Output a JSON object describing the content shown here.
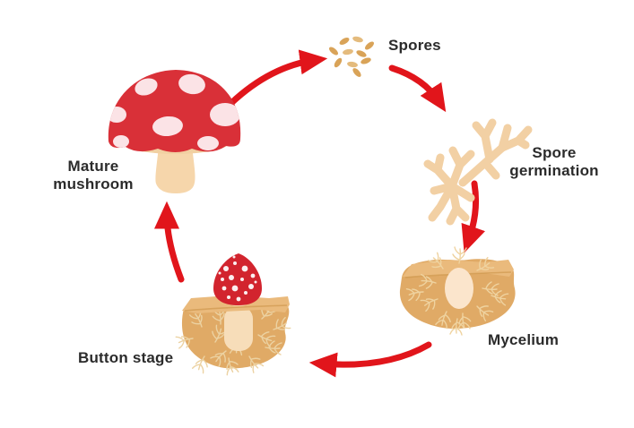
{
  "diagram": {
    "type": "cycle-diagram",
    "stages": {
      "spores": {
        "label": "Spores"
      },
      "spore_germination": {
        "label": "Spore germination"
      },
      "mycelium": {
        "label": "Mycelium"
      },
      "button_stage": {
        "label": "Button stage"
      },
      "mature_mushroom": {
        "label": "Mature mushroom"
      }
    },
    "flow": [
      "mature_mushroom -> spores",
      "spores -> spore_germination",
      "spore_germination -> mycelium",
      "mycelium -> button_stage",
      "button_stage -> mature_mushroom"
    ],
    "icons": [
      "mature-mushroom-icon",
      "spores-icon",
      "spore-germination-icon",
      "mycelium-icon",
      "button-stage-icon",
      "cycle-arrow-icon"
    ],
    "colors": {
      "arrow_red": "#e1151b",
      "cap_red": "#d93038",
      "button_cap_red": "#d2242e",
      "cap_spot_pink": "#fbe3e6",
      "stem_peach": "#f6d6ab",
      "soil_tan": "#e0aa66",
      "soil_band_tan": "#eaba7c",
      "hyphae_cream": "#f2d0a4",
      "spore_tan": "#d9a358",
      "text_black": "#2b2b2b",
      "background": "#ffffff"
    }
  }
}
